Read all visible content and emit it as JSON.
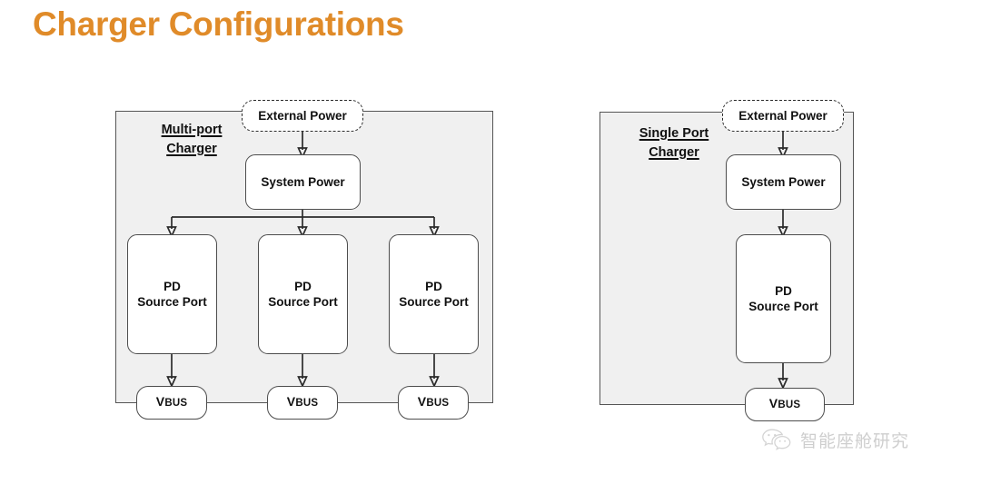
{
  "slide": {
    "title": "Charger Configurations",
    "title_color": "#E08B29",
    "background": "#FFFFFF"
  },
  "theme": {
    "enclosure_fill": "#F0F0F0",
    "enclosure_border": "#555555",
    "node_fill": "#FFFFFF",
    "node_border": "#4D4D4D",
    "wire_color": "#2B2B2B",
    "text_color": "#111111"
  },
  "diagrams": [
    {
      "id": "multi-port",
      "enclosure_label": "Multi-port\nCharger",
      "enclosure_label_line1": "Multi-port",
      "enclosure_label_line2": "Charger",
      "external_power": "External Power",
      "system_power": "System Power",
      "ports": [
        {
          "line1": "PD",
          "line2": "Source Port",
          "vbus_major": "V",
          "vbus_minor": "BUS"
        },
        {
          "line1": "PD",
          "line2": "Source Port",
          "vbus_major": "V",
          "vbus_minor": "BUS"
        },
        {
          "line1": "PD",
          "line2": "Source Port",
          "vbus_major": "V",
          "vbus_minor": "BUS"
        }
      ],
      "port_count": 3
    },
    {
      "id": "single-port",
      "enclosure_label": "Single Port\nCharger",
      "enclosure_label_line1": "Single Port",
      "enclosure_label_line2": "Charger",
      "external_power": "External Power",
      "system_power": "System Power",
      "ports": [
        {
          "line1": "PD",
          "line2": "Source Port",
          "vbus_major": "V",
          "vbus_minor": "BUS"
        }
      ],
      "port_count": 1
    }
  ],
  "watermark": {
    "icon": "wechat-icon",
    "text": "智能座舱研究"
  }
}
